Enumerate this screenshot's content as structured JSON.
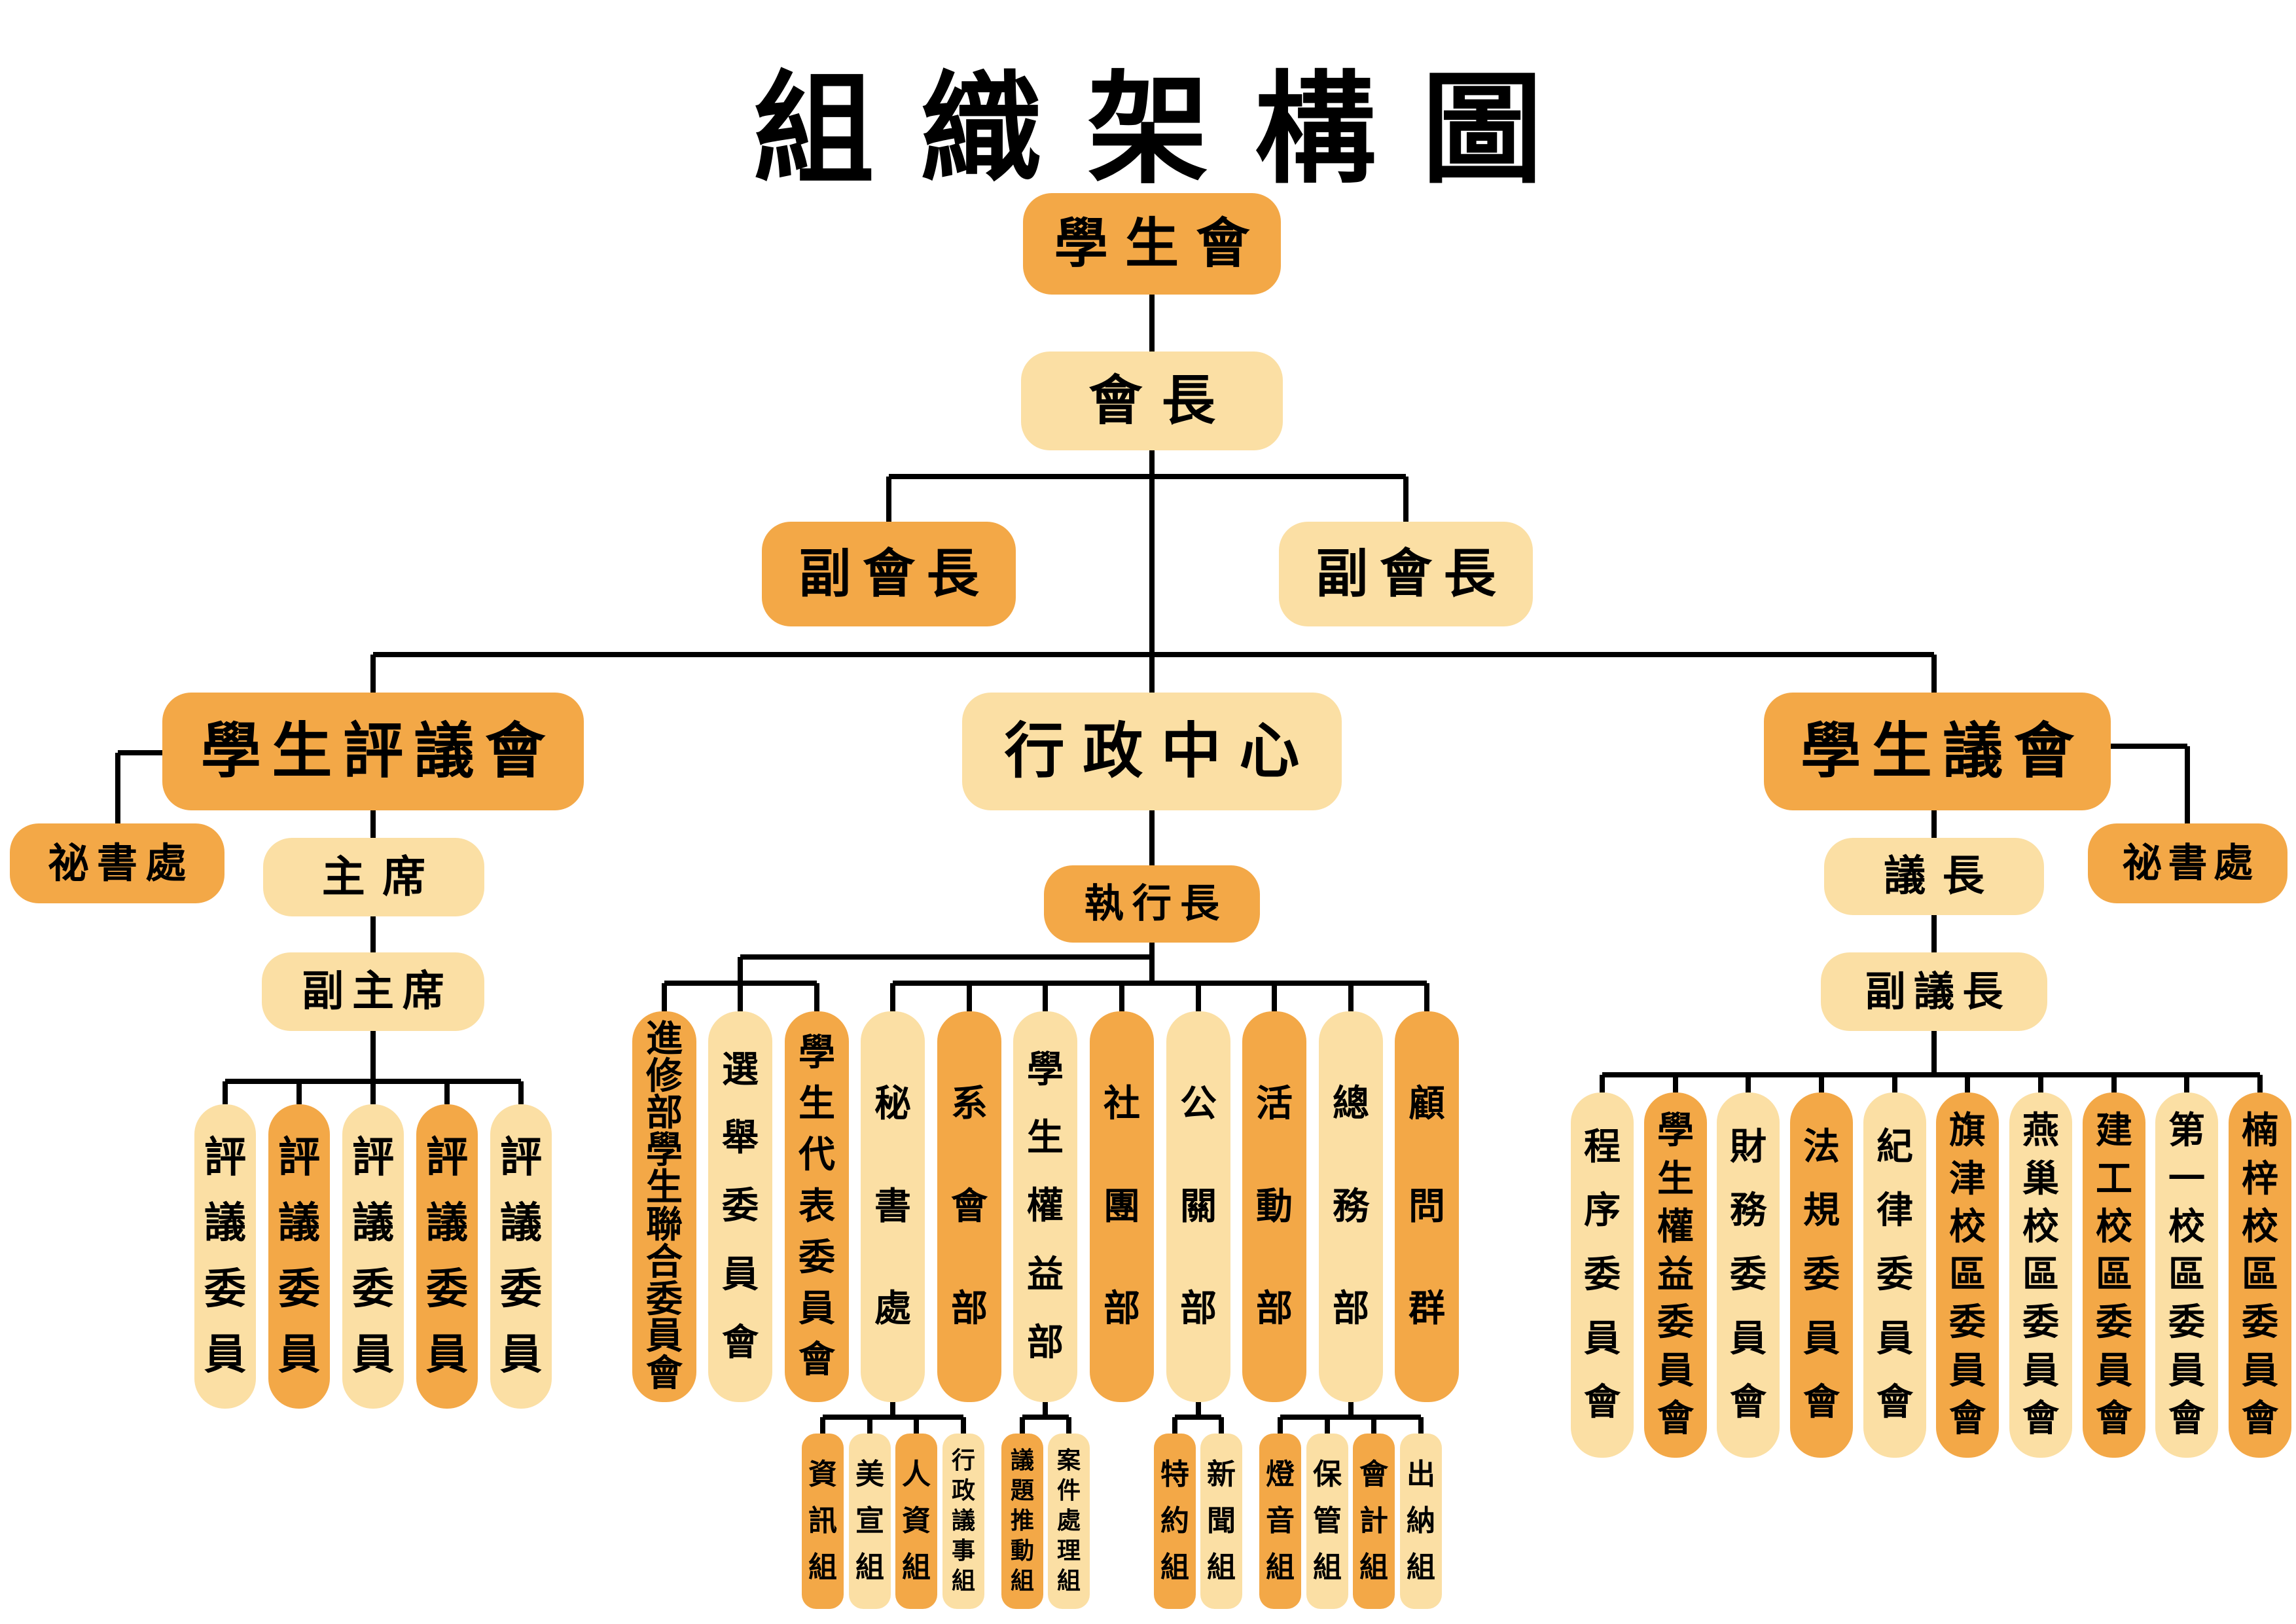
{
  "title": "組織架構圖",
  "colors": {
    "dark_box": "#F3A847",
    "light_box": "#FBDFA4",
    "line": "#000000",
    "text": "#000000"
  },
  "root": {
    "label": "學生會",
    "tone": "dark"
  },
  "president": {
    "label": "會長",
    "tone": "light"
  },
  "vice_presidents": [
    {
      "label": "副會長",
      "tone": "dark"
    },
    {
      "label": "副會長",
      "tone": "light"
    }
  ],
  "council": {
    "head": {
      "label": "學生評議會",
      "tone": "dark"
    },
    "secretariat": {
      "label": "祕書處",
      "tone": "dark"
    },
    "chair": {
      "label": "主席",
      "tone": "light"
    },
    "vice_chair": {
      "label": "副主席",
      "tone": "light"
    },
    "members": [
      {
        "label": "評議委員",
        "tone": "light"
      },
      {
        "label": "評議委員",
        "tone": "dark"
      },
      {
        "label": "評議委員",
        "tone": "light"
      },
      {
        "label": "評議委員",
        "tone": "dark"
      },
      {
        "label": "評議委員",
        "tone": "light"
      }
    ]
  },
  "admin": {
    "head": {
      "label": "行政中心",
      "tone": "light"
    },
    "ceo": {
      "label": "執行長",
      "tone": "dark"
    },
    "committees": [
      {
        "label": "進修部學生聯合委員會",
        "tone": "dark"
      },
      {
        "label": "選舉委員會",
        "tone": "light"
      },
      {
        "label": "學生代表委員會",
        "tone": "dark"
      }
    ],
    "departments": [
      {
        "label": "秘書處",
        "tone": "light",
        "teams": [
          {
            "label": "資訊組",
            "tone": "dark"
          },
          {
            "label": "美宣組",
            "tone": "light"
          },
          {
            "label": "人資組",
            "tone": "dark"
          },
          {
            "label": "行政議事組",
            "tone": "light"
          }
        ]
      },
      {
        "label": "系會部",
        "tone": "dark"
      },
      {
        "label": "學生權益部",
        "tone": "light",
        "teams": [
          {
            "label": "議題推動組",
            "tone": "dark"
          },
          {
            "label": "案件處理組",
            "tone": "light"
          }
        ]
      },
      {
        "label": "社團部",
        "tone": "dark"
      },
      {
        "label": "公關部",
        "tone": "light",
        "teams": [
          {
            "label": "特約組",
            "tone": "dark"
          },
          {
            "label": "新聞組",
            "tone": "light"
          }
        ]
      },
      {
        "label": "活動部",
        "tone": "dark"
      },
      {
        "label": "總務部",
        "tone": "light",
        "teams": [
          {
            "label": "燈音組",
            "tone": "dark"
          },
          {
            "label": "保管組",
            "tone": "light"
          },
          {
            "label": "會計組",
            "tone": "dark"
          },
          {
            "label": "出納組",
            "tone": "light"
          }
        ]
      },
      {
        "label": "顧問群",
        "tone": "dark"
      }
    ]
  },
  "parliament": {
    "head": {
      "label": "學生議會",
      "tone": "dark"
    },
    "secretariat": {
      "label": "祕書處",
      "tone": "dark"
    },
    "speaker": {
      "label": "議長",
      "tone": "light"
    },
    "vice_speaker": {
      "label": "副議長",
      "tone": "light"
    },
    "committees": [
      {
        "label": "程序委員會",
        "tone": "light"
      },
      {
        "label": "學生權益委員會",
        "tone": "dark"
      },
      {
        "label": "財務委員會",
        "tone": "light"
      },
      {
        "label": "法規委員會",
        "tone": "dark"
      },
      {
        "label": "紀律委員會",
        "tone": "light"
      },
      {
        "label": "旗津校區委員會",
        "tone": "dark"
      },
      {
        "label": "燕巢校區委員會",
        "tone": "light"
      },
      {
        "label": "建工校區委員會",
        "tone": "dark"
      },
      {
        "label": "第一校區委員會",
        "tone": "light"
      },
      {
        "label": "楠梓校區委員會",
        "tone": "dark"
      }
    ]
  }
}
